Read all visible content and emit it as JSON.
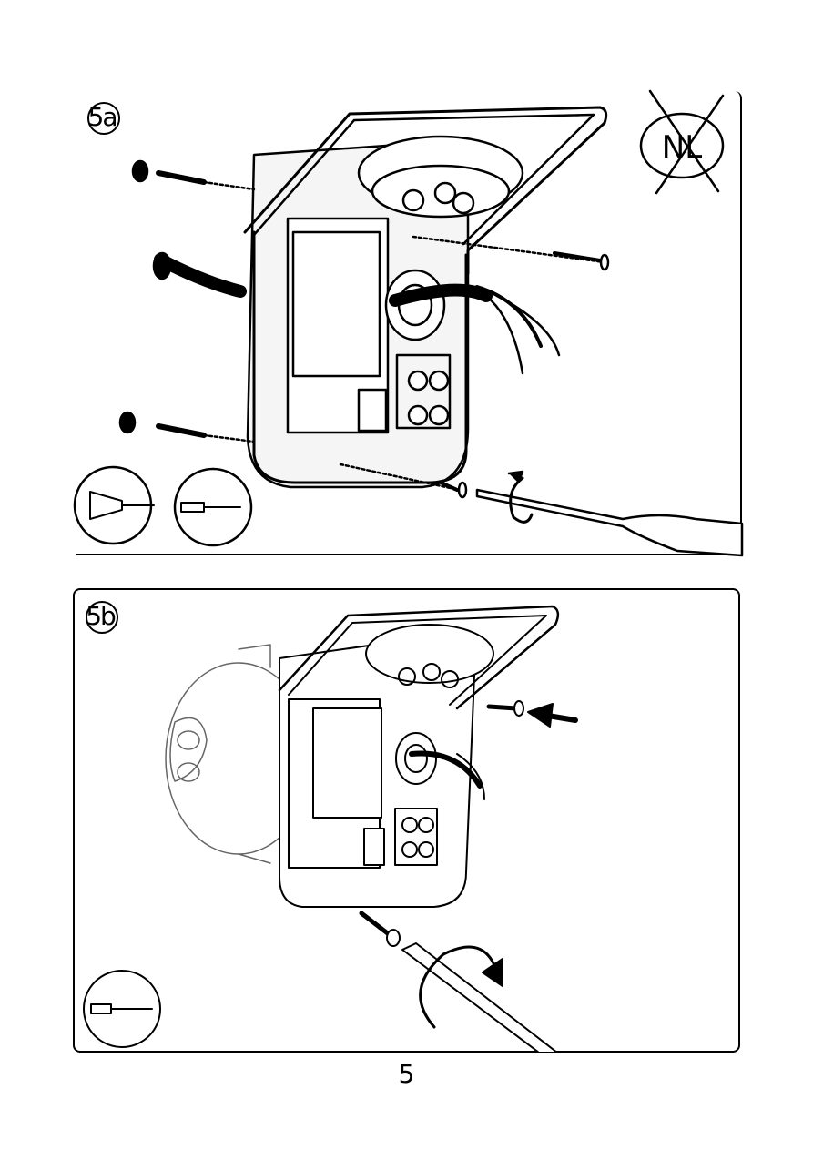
{
  "steps": [
    {
      "label": "5a"
    },
    {
      "label": "5b"
    }
  ],
  "prohibited_region_label": "NL",
  "page_number": "5",
  "icons": {
    "drill": "drill-icon",
    "screwdriver": "screwdriver-icon",
    "prohibition": "no-nl-icon"
  }
}
